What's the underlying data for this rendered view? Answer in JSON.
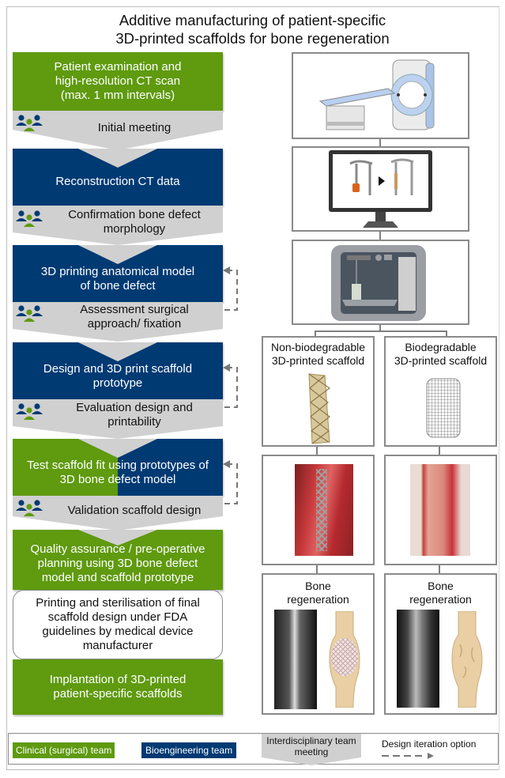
{
  "title": {
    "line1": "Additive manufacturing of patient-specific",
    "line2": "3D-printed scaffolds for bone regeneration"
  },
  "workflow_steps": [
    {
      "id": "step-1",
      "team": "clinical",
      "line1": "Patient examination and",
      "line2": "high-resolution CT scan",
      "line3": "(max. 1 mm intervals)"
    },
    {
      "id": "step-2",
      "team": "bioengineering",
      "line1": "Reconstruction CT data"
    },
    {
      "id": "step-3",
      "team": "bioengineering",
      "line1": "3D printing anatomical model",
      "line2": "of bone defect"
    },
    {
      "id": "step-4",
      "team": "bioengineering",
      "line1": "Design and 3D print scaffold",
      "line2": "prototype"
    },
    {
      "id": "step-5",
      "team": "clinical+bioengineering",
      "line1": "Test scaffold fit using prototypes of",
      "line2": "3D bone defect model"
    },
    {
      "id": "step-6",
      "team": "clinical",
      "line1": "Quality assurance / pre-operative",
      "line2": "planning using 3D bone defect",
      "line3": "model and scaffold prototype"
    },
    {
      "id": "step-7",
      "team": "manufacturer",
      "line1": "Printing and sterilisation of final",
      "line2": "scaffold design under FDA",
      "line3": "guidelines by medical device",
      "line4": "manufacturer"
    },
    {
      "id": "step-8",
      "team": "clinical",
      "line1": "Implantation of 3D-printed",
      "line2": "patient-specific scaffolds"
    }
  ],
  "meetings": [
    {
      "line1": "Initial meeting"
    },
    {
      "line1": "Confirmation bone defect",
      "line2": "morphology"
    },
    {
      "line1": "Assessment surgical",
      "line2": "approach/ fixation",
      "iteration": true
    },
    {
      "line1": "Evaluation design and",
      "line2": "printability",
      "iteration": true
    },
    {
      "line1": "Validation scaffold design",
      "iteration": true
    }
  ],
  "illustrations": {
    "ct_scanner": "ct-scanner-illustration",
    "monitor": "monitor-reconstruction-illustration",
    "printer": "3d-printer-illustration"
  },
  "branches": [
    {
      "title_line1": "Non-biodegradable",
      "title_line2": "3D-printed scaffold",
      "regen_line1": "Bone",
      "regen_line2": "regeneration"
    },
    {
      "title_line1": "Biodegradable",
      "title_line2": "3D-printed scaffold",
      "regen_line1": "Bone",
      "regen_line2": "regeneration"
    }
  ],
  "legend": {
    "clinical": "Clinical (surgical) team",
    "bioengineering": "Bioengineering team",
    "meeting_line1": "Interdisciplinary team",
    "meeting_line2": "meeting",
    "iteration": "Design iteration option"
  },
  "colors": {
    "clinical_green": "#5f9a0f",
    "bioengineering_blue": "#003a73",
    "meeting_grey": "#d0d0d0",
    "connector_grey": "#7f7f7f"
  }
}
